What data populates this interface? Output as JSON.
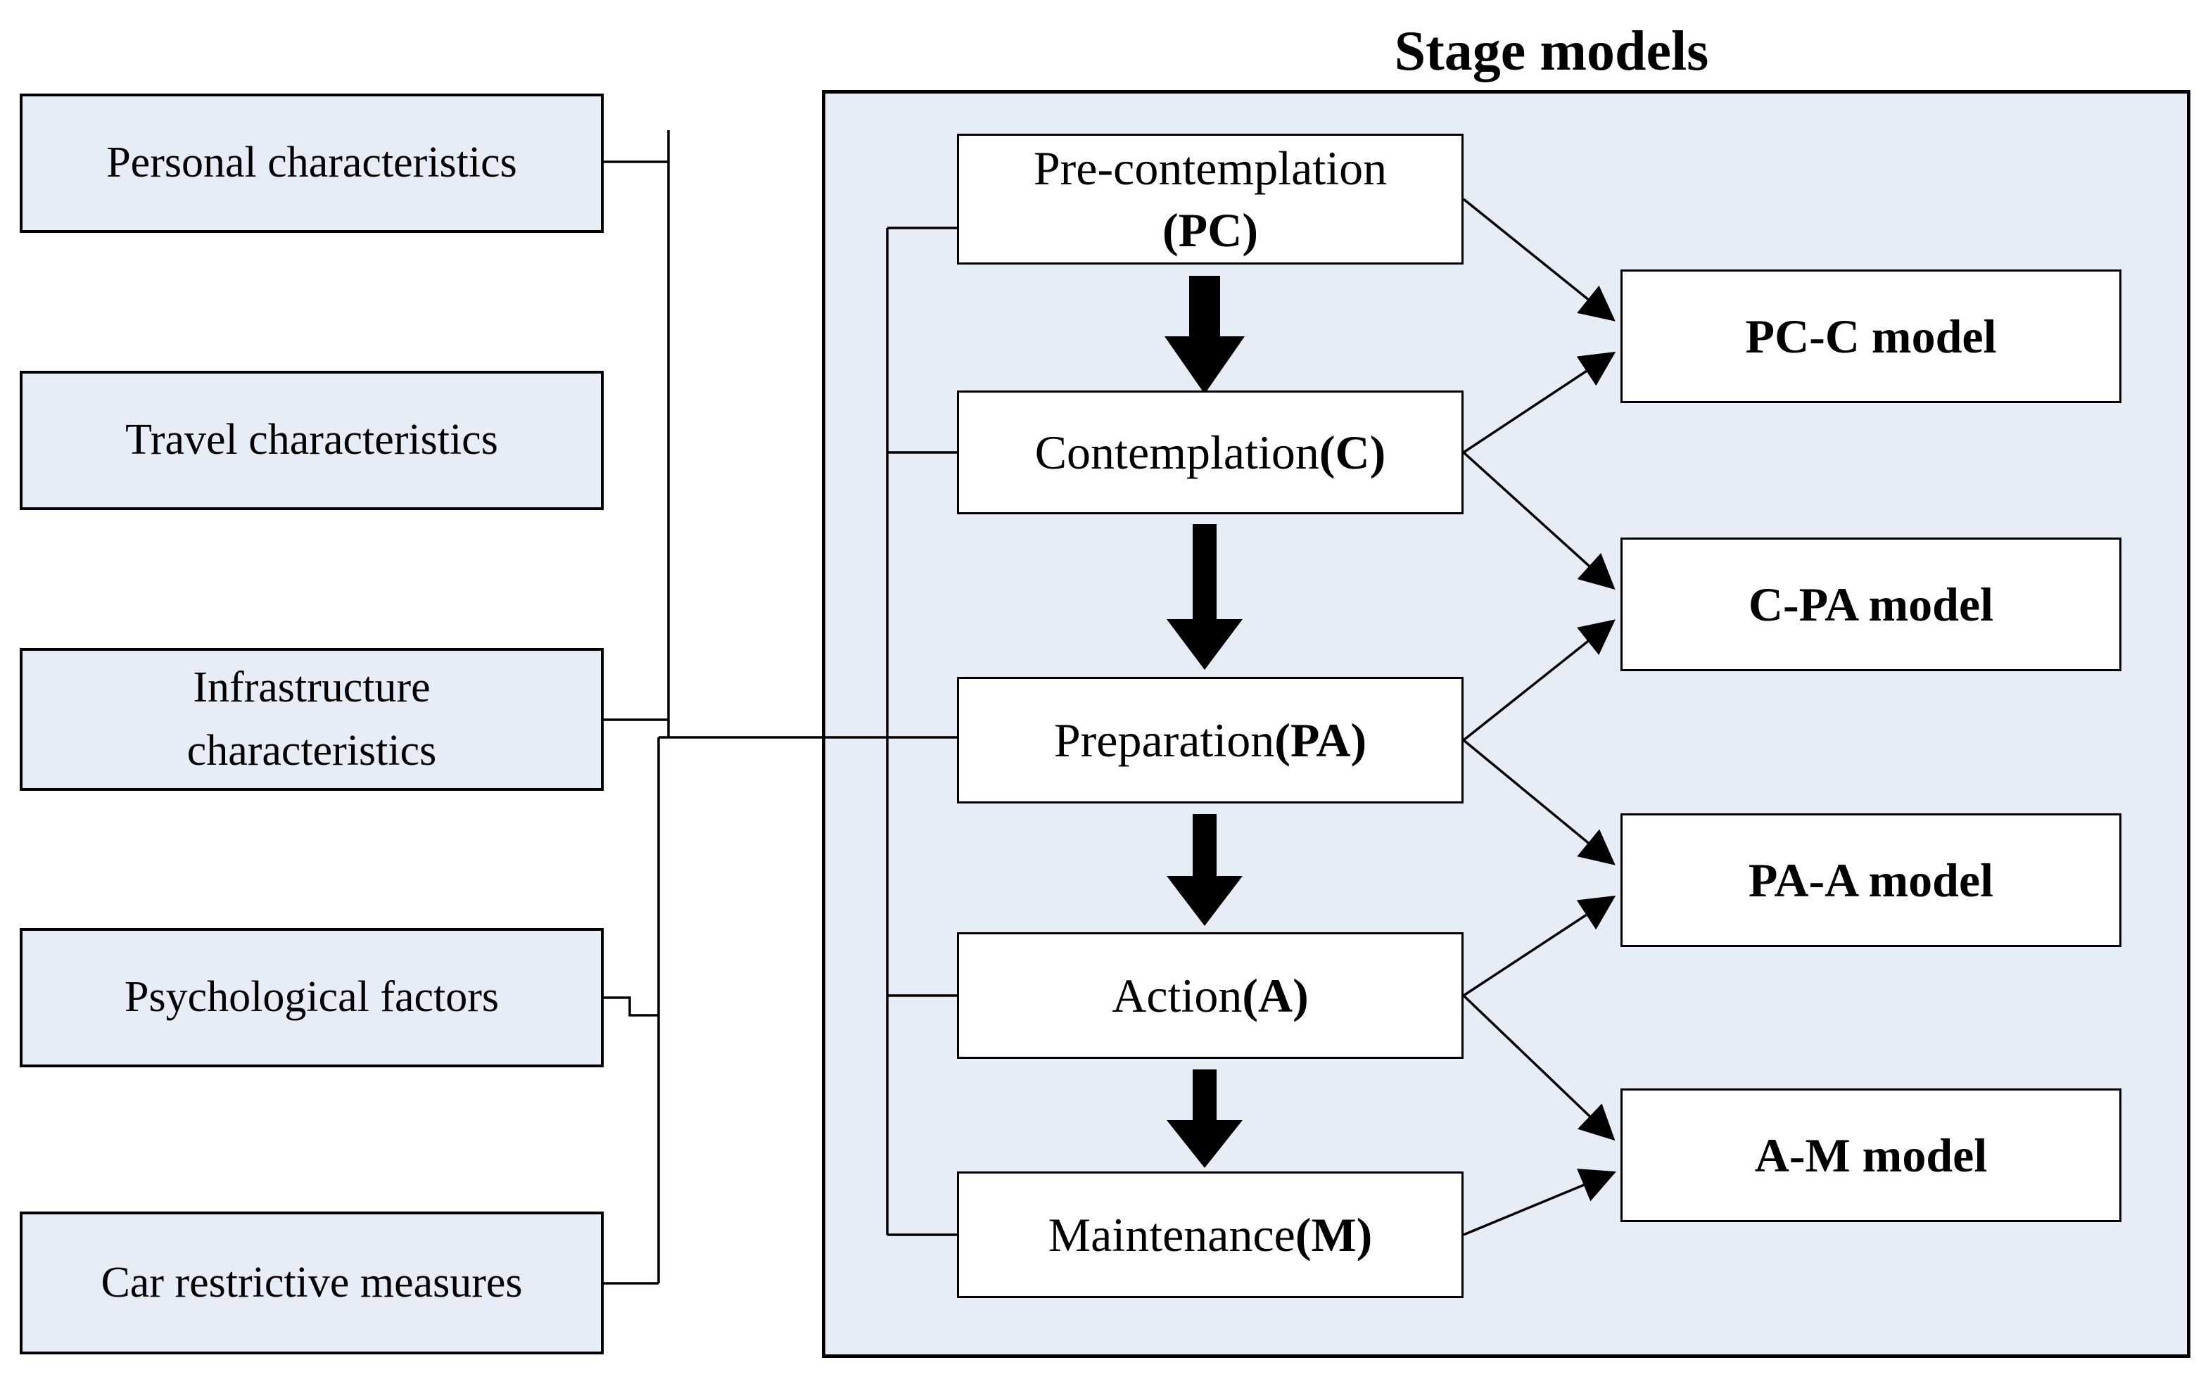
{
  "diagram": {
    "title": "Stage models",
    "factors": [
      {
        "label": "Personal characteristics"
      },
      {
        "label": "Travel characteristics"
      },
      {
        "label": "Infrastructure\ncharacteristics"
      },
      {
        "label": "Psychological factors"
      },
      {
        "label": "Car restrictive measures"
      }
    ],
    "stages": [
      {
        "name": "Pre-contemplation",
        "abbr": "(PC)"
      },
      {
        "name": "Contemplation",
        "abbr": "(C)"
      },
      {
        "name": "Preparation",
        "abbr": "(PA)"
      },
      {
        "name": "Action",
        "abbr": "(A)"
      },
      {
        "name": "Maintenance",
        "abbr": "(M)"
      }
    ],
    "models": [
      {
        "label": "PC-C model"
      },
      {
        "label": "C-PA model"
      },
      {
        "label": "PA-A model"
      },
      {
        "label": "A-M model"
      }
    ],
    "colors": {
      "box_fill": "#e7edf6",
      "panel_fill": "#e7edf6",
      "stage_box_fill": "#ffffff",
      "line": "#000000"
    }
  }
}
